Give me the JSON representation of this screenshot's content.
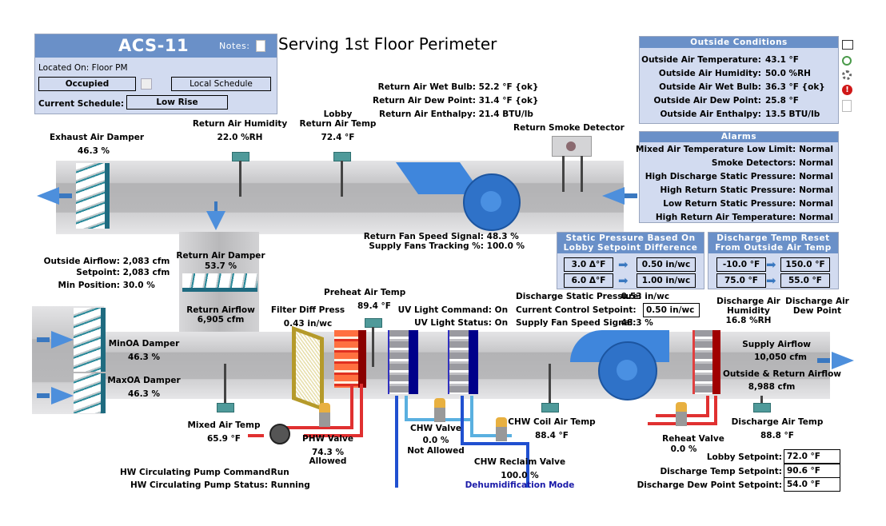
{
  "unit": {
    "name": "ACS-11",
    "notes_label": "Notes:",
    "located_on": "Located On: Floor PM",
    "occupancy": "Occupied",
    "schedule_mode": "Local Schedule",
    "current_schedule_label": "Current Schedule:",
    "current_schedule": "Low Rise"
  },
  "page_title": "Serving 1st Floor Perimeter",
  "outside_conditions": {
    "title": "Outside Conditions",
    "rows": [
      {
        "label": "Outside Air Temperature:",
        "value": "43.1 °F"
      },
      {
        "label": "Outside Air Humidity:",
        "value": "50.0 %RH"
      },
      {
        "label": "Outside Air Wet Bulb:",
        "value": "36.3 °F {ok}"
      },
      {
        "label": "Outside Air Dew Point:",
        "value": "25.8 °F"
      },
      {
        "label": "Outside Air Enthalpy:",
        "value": "13.5 BTU/lb"
      }
    ]
  },
  "side_icons": [
    "building-icon",
    "recycle-icon",
    "gear-icon",
    "alert-icon",
    "document-icon"
  ],
  "alarms": {
    "title": "Alarms",
    "rows": [
      {
        "label": "Mixed Air Temperature Low Limit:",
        "value": "Normal"
      },
      {
        "label": "Smoke Detectors:",
        "value": "Normal"
      },
      {
        "label": "High Discharge Static Pressure:",
        "value": "Normal"
      },
      {
        "label": "High Return Static Pressure:",
        "value": "Normal"
      },
      {
        "label": "Low Return Static Pressure:",
        "value": "Normal"
      },
      {
        "label": "High Return Air Temperature:",
        "value": "Normal"
      }
    ]
  },
  "return_air": {
    "wet_bulb_label": "Return Air Wet Bulb:",
    "wet_bulb": "52.2 °F {ok}",
    "dew_point_label": "Return Air Dew Point:",
    "dew_point": "31.4 °F {ok}",
    "enthalpy_label": "Return Air Enthalpy:",
    "enthalpy": "21.4 BTU/lb",
    "humidity_label": "Return Air Humidity",
    "humidity": "22.0 %RH",
    "lobby_temp_label_1": "Lobby",
    "lobby_temp_label_2": "Return Air Temp",
    "lobby_temp": "72.4 °F",
    "smoke_detector_label": "Return Smoke Detector",
    "fan_speed_label": "Return Fan Speed Signal:",
    "fan_speed": "48.3 %",
    "tracking_label": "Supply Fans Tracking %:",
    "tracking": "100.0 %",
    "damper_label": "Return Air Damper",
    "damper": "53.7 %",
    "airflow_label": "Return Airflow",
    "airflow": "6,905 cfm"
  },
  "exhaust": {
    "label": "Exhaust Air Damper",
    "value": "46.3 %"
  },
  "outside_air": {
    "airflow_label": "Outside Airflow:",
    "airflow": "2,083 cfm",
    "setpoint_label": "Setpoint:",
    "setpoint": "2,083 cfm",
    "min_pos_label": "Min Position:",
    "min_pos": "30.0 %",
    "min_damper_label": "MinOA Damper",
    "min_damper": "46.3 %",
    "max_damper_label": "MaxOA Damper",
    "max_damper": "46.3 %"
  },
  "static_reset": {
    "title_1": "Static Pressure Based On",
    "title_2": "Lobby Setpoint Difference",
    "rows": [
      {
        "from": "3.0 Δ°F",
        "to": "0.50 in/wc"
      },
      {
        "from": "6.0 Δ°F",
        "to": "1.00 in/wc"
      }
    ]
  },
  "temp_reset": {
    "title_1": "Discharge Temp Reset",
    "title_2": "From Outside Air Temp",
    "rows": [
      {
        "from": "-10.0 °F",
        "to": "150.0 °F"
      },
      {
        "from": "75.0 °F",
        "to": "55.0 °F"
      }
    ]
  },
  "supply": {
    "filter_label": "Filter Diff Press",
    "filter": "0.43 in/wc",
    "preheat_label": "Preheat Air Temp",
    "preheat": "89.4 °F",
    "uv_cmd_label": "UV Light Command:",
    "uv_cmd": "On",
    "uv_status_label": "UV Light Status:",
    "uv_status": "On",
    "static_label": "Discharge Static Pressure:",
    "static": "0.53 in/wc",
    "setpoint_label": "Current Control Setpoint:",
    "setpoint": "0.50 in/wc",
    "fan_speed_label": "Supply Fan Speed Signal:",
    "fan_speed": "48.3 %",
    "da_humidity_label_1": "Discharge Air",
    "da_humidity_label_2": "Humidity",
    "da_humidity": "16.8 %RH",
    "da_dew_label_1": "Discharge Air",
    "da_dew_label_2": "Dew Point",
    "airflow_label": "Supply Airflow",
    "airflow": "10,050 cfm",
    "oa_ra_label": "Outside & Return Airflow",
    "oa_ra": "8,988 cfm",
    "mixed_label": "Mixed Air Temp",
    "mixed": "65.9 °F",
    "phw_label": "PHW Valve",
    "phw": "74.3 %",
    "phw_status": "Allowed",
    "chw_label": "CHW Valve",
    "chw": "0.0 %",
    "chw_status": "Not Allowed",
    "chw_coil_label": "CHW Coil Air Temp",
    "chw_coil": "88.4 °F",
    "reclaim_label": "CHW Reclaim Valve",
    "reclaim": "100.0 %",
    "reclaim_mode": "Dehumidification Mode",
    "reheat_label": "Reheat Valve",
    "reheat": "0.0 %",
    "da_temp_label": "Discharge Air Temp",
    "da_temp": "88.8 °F",
    "pump_cmd_label": "HW Circulating Pump Command:",
    "pump_cmd": "Run",
    "pump_status_label": "HW Circulating Pump Status:",
    "pump_status": "Running"
  },
  "setpoints": [
    {
      "label": "Lobby Setpoint:",
      "value": "72.0 °F"
    },
    {
      "label": "Discharge Temp Setpoint:",
      "value": "90.6 °F"
    },
    {
      "label": "Discharge Dew Point Setpoint:",
      "value": "54.0 °F"
    }
  ],
  "colors": {
    "panel_bg": "#d2dbf0",
    "panel_head": "#6a90c8",
    "mode_text": "#1a1aa8",
    "hot_pipe": "#e03030",
    "cold_pipe": "#2050d0"
  }
}
